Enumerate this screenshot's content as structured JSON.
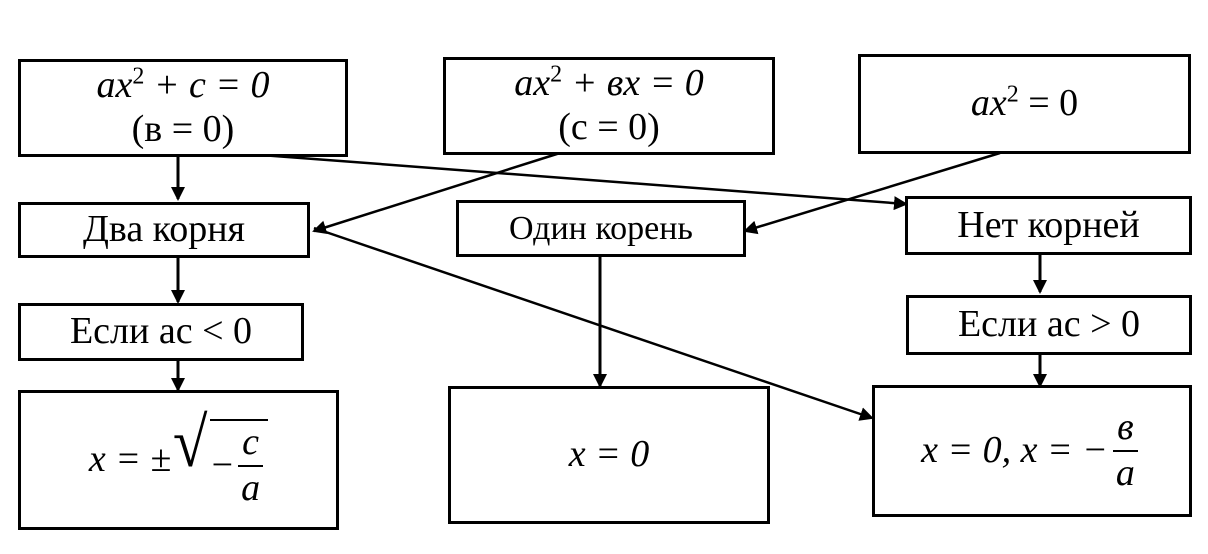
{
  "eq1": {
    "line1_a": "ax",
    "line1_exp": "2",
    "line1_rest": " + c = 0",
    "line2": "(в = 0)"
  },
  "eq2": {
    "line1_a": "ax",
    "line1_exp": "2",
    "line1_rest": " + вx = 0",
    "line2": "(c = 0)"
  },
  "eq3": {
    "line1_a": "ax",
    "line1_exp": "2",
    "line1_rest": " = 0"
  },
  "outcomes": {
    "two_roots": "Два корня",
    "one_root": "Один корень",
    "no_roots": "Нет корней"
  },
  "conditions": {
    "ac_less": "Если ac < 0",
    "ac_greater": "Если ac > 0"
  },
  "results": {
    "two_roots_formula": {
      "lhs": "x = ±",
      "inner_sign": "−",
      "num": "c",
      "den": "a"
    },
    "one_root_formula": "x = 0",
    "no_roots_formula": {
      "lhs": "x = 0, x = −",
      "num": "в",
      "den": "a"
    }
  }
}
